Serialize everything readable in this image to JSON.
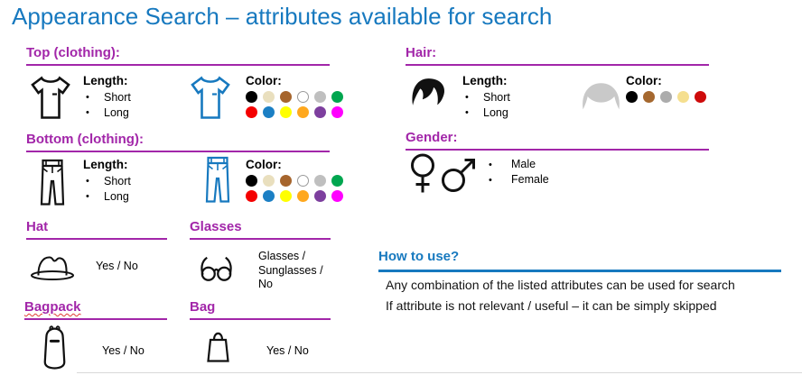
{
  "title": "Appearance Search – attributes available for search",
  "sections": {
    "top": {
      "heading": "Top (clothing):",
      "length_label": "Length:",
      "length_options": [
        "Short",
        "Long"
      ],
      "color_label": "Color:"
    },
    "bottom": {
      "heading": "Bottom (clothing):",
      "length_label": "Length:",
      "length_options": [
        "Short",
        "Long"
      ],
      "color_label": "Color:"
    },
    "hat": {
      "heading": "Hat",
      "value": "Yes / No"
    },
    "glasses": {
      "heading": "Glasses",
      "value": "Glasses / Sunglasses / No"
    },
    "bagpack": {
      "heading": "Bagpack",
      "value": "Yes / No"
    },
    "bag": {
      "heading": "Bag",
      "value": "Yes / No"
    },
    "hair": {
      "heading": "Hair:",
      "length_label": "Length:",
      "length_options": [
        "Short",
        "Long"
      ],
      "color_label": "Color:"
    },
    "gender": {
      "heading": "Gender:",
      "options": [
        "Male",
        "Female"
      ]
    }
  },
  "how_to_use": {
    "heading": "How to use?",
    "lines": [
      "Any combination of the listed attributes can be used for search",
      "If attribute is not relevant / useful – it can be simply skipped"
    ]
  },
  "palettes": {
    "clothing_row1": [
      "#000000",
      "#E9DFBE",
      "#A6652D",
      "#FFFFFF",
      "#BFBFBF",
      "#00A64F"
    ],
    "clothing_row2": [
      "#F40000",
      "#1B7FC4",
      "#FFFF00",
      "#FFA81E",
      "#7D3F9E",
      "#FF00FF"
    ],
    "hair": [
      "#000000",
      "#A5682F",
      "#ACACAC",
      "#F5DF8F",
      "#CE0B0B"
    ]
  },
  "icons": {
    "top": "tshirt-icon",
    "bottom": "pants-icon",
    "hat": "hat-icon",
    "glasses": "glasses-icon",
    "bagpack": "backpack-icon",
    "bag": "bag-icon",
    "hair": "hair-icon",
    "gender_female": "female-symbol-icon",
    "gender_male": "male-symbol-icon"
  },
  "theme": {
    "accent_blue": "#1779BF",
    "accent_purple": "#A226A9"
  }
}
